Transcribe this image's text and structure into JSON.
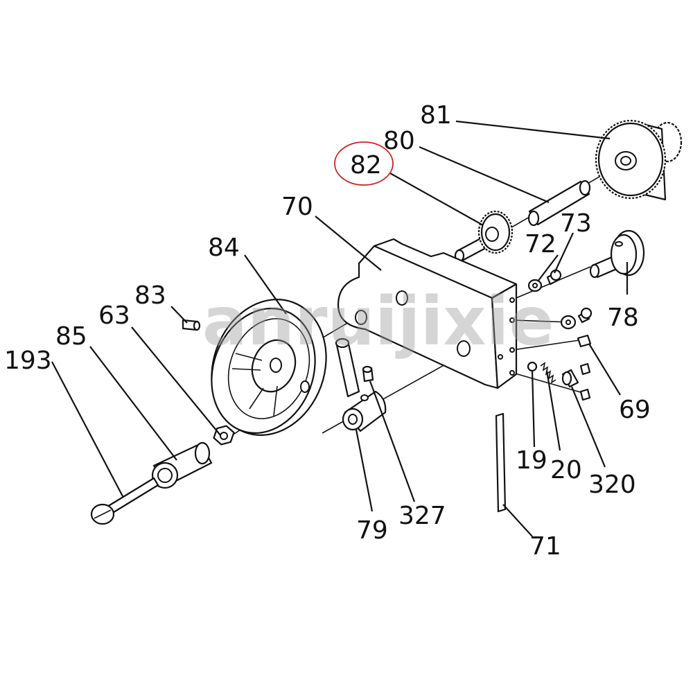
{
  "watermark": "anruijixie",
  "highlight_color": "#cc1f1f",
  "labels": {
    "l81": "81",
    "l80": "80",
    "l82": "82",
    "l70": "70",
    "l73": "73",
    "l72": "72",
    "l84": "84",
    "l83": "83",
    "l63": "63",
    "l85": "85",
    "l193": "193",
    "l78": "78",
    "l69": "69",
    "l19": "19",
    "l20": "20",
    "l320": "320",
    "l79": "79",
    "l327": "327",
    "l71": "71"
  }
}
